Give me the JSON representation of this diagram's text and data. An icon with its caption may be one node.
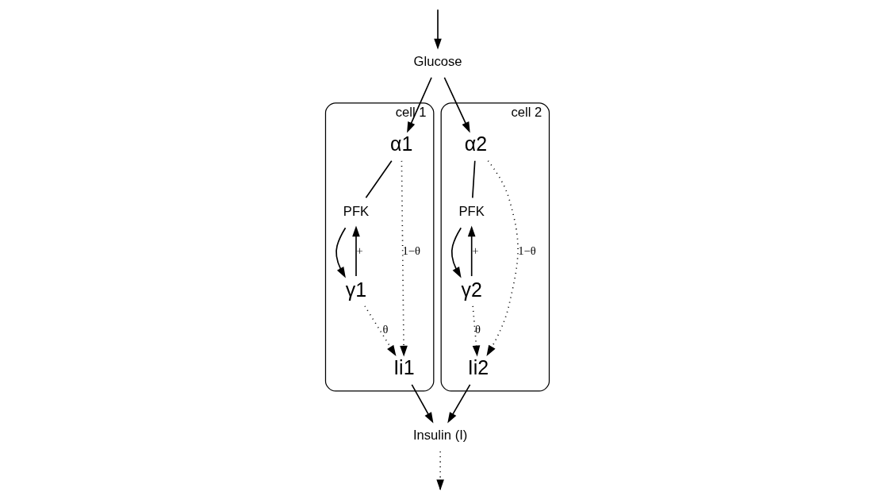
{
  "diagram": {
    "nodes": [
      {
        "text": [
          "cell 1"
        ]
      },
      {
        "text": [
          "α1"
        ],
        "in": 0
      },
      {
        "text": [
          "PFK"
        ],
        "in": 0
      },
      {
        "text": [
          "γ1"
        ],
        "in": 0
      },
      {
        "text": [
          "Ii1"
        ],
        "in": 0
      },
      {
        "text": [
          "cell 2"
        ]
      },
      {
        "text": [
          "α2"
        ],
        "in": 5
      },
      {
        "text": [
          "PFK"
        ],
        "in": 5
      },
      {
        "text": [
          "γ2"
        ],
        "in": 5
      },
      {
        "text": [
          "Ii2"
        ],
        "in": 5
      },
      {
        "text": [
          "Glucose"
        ]
      },
      {
        "text": [
          "Insulin (I)"
        ]
      }
    ],
    "edges": [
      {
        "from": 10,
        "to": 1,
        "arrow": "to"
      },
      {
        "from": 10,
        "to": 6,
        "arrow": "to"
      },
      {
        "from": 1,
        "to": 2,
        "arrow": "none"
      },
      {
        "from": 2,
        "to": 3,
        "arrow": "to"
      },
      {
        "from": 3,
        "to": 2,
        "arrow": "to",
        "label": "+"
      },
      {
        "from": 1,
        "to": 4,
        "arrow": "to",
        "style": "dashed",
        "label": "1−θ"
      },
      {
        "from": 3,
        "to": 4,
        "arrow": "to",
        "style": "dashed",
        "label": "θ"
      },
      {
        "from": 6,
        "to": 7,
        "arrow": "none"
      },
      {
        "from": 7,
        "to": 8,
        "arrow": "to"
      },
      {
        "from": 8,
        "to": 7,
        "arrow": "to",
        "label": "+"
      },
      {
        "from": 6,
        "to": 9,
        "arrow": "to",
        "style": "dashed",
        "label": "1−θ"
      },
      {
        "from": 8,
        "to": 9,
        "arrow": "to",
        "style": "dashed",
        "label": "θ"
      },
      {
        "from": 4,
        "to": 11,
        "arrow": "to"
      },
      {
        "from": 9,
        "to": 11,
        "arrow": "to"
      },
      {
        "from": null,
        "to": 10,
        "arrow": "to"
      },
      {
        "from": 11,
        "to": null,
        "arrow": "to",
        "style": "dashed"
      }
    ]
  }
}
